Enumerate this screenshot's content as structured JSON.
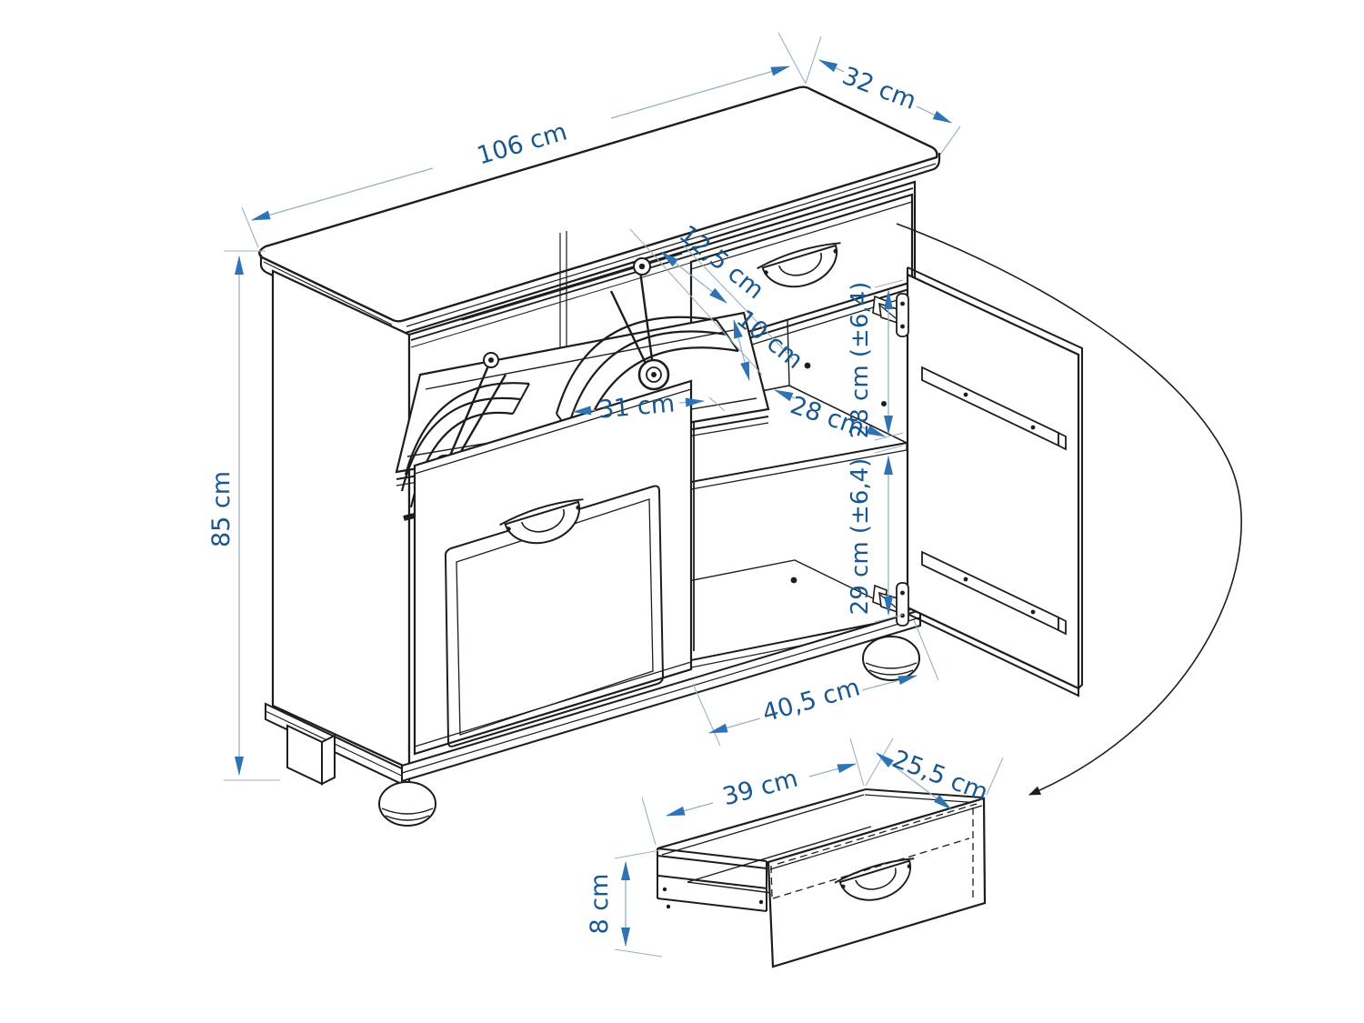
{
  "document": {
    "type": "furniture dimensional line drawing",
    "subject": "shoe cabinet with tilt-out flaps, drawer and door"
  },
  "colors": {
    "background": "#ffffff",
    "outline": "#1d1d1b",
    "dimension_text": "#19578f",
    "dimension_arrow": "#2e74b5",
    "dimension_line": "#9bb0c6"
  },
  "labels": {
    "cabinet_width": "106 cm",
    "cabinet_depth": "32 cm",
    "cabinet_height": "85 cm",
    "flap_top_clearance": "12,5 cm",
    "flap_opening_height": "10 cm",
    "flap_shelf_width": "31 cm",
    "shelf_depth": "28 cm",
    "upper_compartment_height": "28 cm (±6,4)",
    "lower_compartment_height": "29 cm (±6,4)",
    "compartment_width": "40,5 cm",
    "drawer_width": "39 cm",
    "drawer_depth": "25,5 cm",
    "drawer_side_height": "8 cm"
  }
}
